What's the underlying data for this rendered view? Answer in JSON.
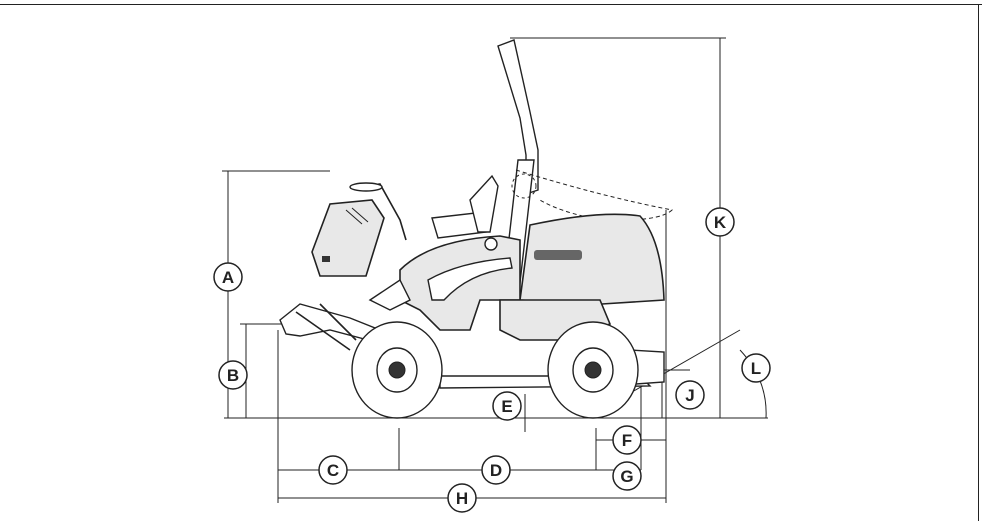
{
  "diagram": {
    "dimension_labels": {
      "A": "A",
      "B": "B",
      "C": "C",
      "D": "D",
      "E": "E",
      "F": "F",
      "G": "G",
      "H": "H",
      "J": "J",
      "K": "K",
      "L": "L"
    },
    "colors": {
      "line": "#222222",
      "fill": "#e8e8e8",
      "background": "#ffffff"
    }
  }
}
